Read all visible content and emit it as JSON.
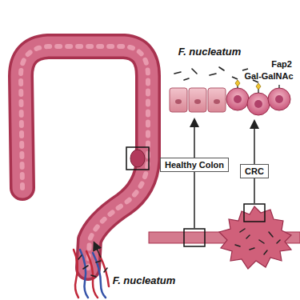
{
  "diagram": {
    "nodes": [
      {
        "text": [
          "Healthy Colon"
        ]
      },
      {
        "text": [
          "CRC"
        ]
      }
    ],
    "labels": [
      "F. nucleatum",
      "Fap2",
      "Gal-GalNAc",
      "F. nucleatum"
    ]
  }
}
